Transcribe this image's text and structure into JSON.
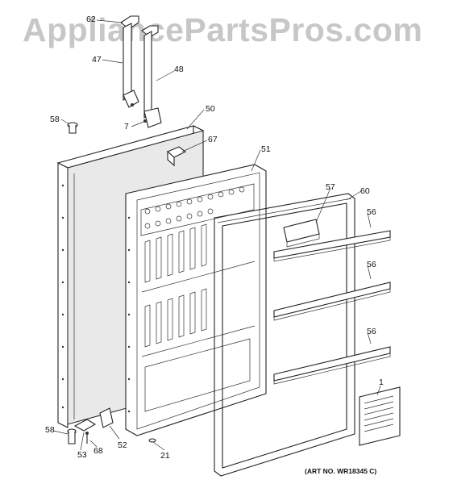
{
  "watermark": "AppliancePartsPros.com",
  "art_number": "(ART NO. WR18345 C)",
  "callouts": [
    "62",
    "47",
    "48",
    "7",
    "58",
    "50",
    "67",
    "51",
    "57",
    "60",
    "56",
    "56",
    "56",
    "1",
    "58",
    "53",
    "68",
    "52",
    "21"
  ]
}
